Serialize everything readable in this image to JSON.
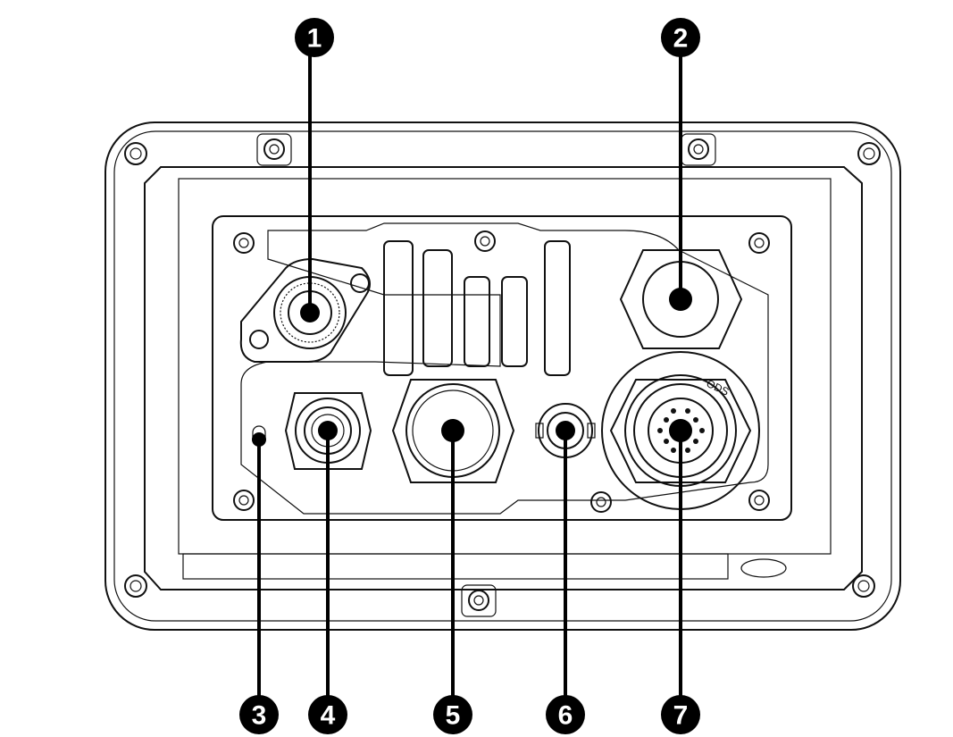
{
  "diagram": {
    "callouts": [
      {
        "label": "1",
        "name": "antenna-connector"
      },
      {
        "label": "2",
        "name": "upper-connector"
      },
      {
        "label": "3",
        "name": "indicator"
      },
      {
        "label": "4",
        "name": "small-connector"
      },
      {
        "label": "5",
        "name": "large-connector"
      },
      {
        "label": "6",
        "name": "mini-connector"
      },
      {
        "label": "7",
        "name": "multi-pin-connector"
      }
    ],
    "connector_marking": "ODS"
  }
}
